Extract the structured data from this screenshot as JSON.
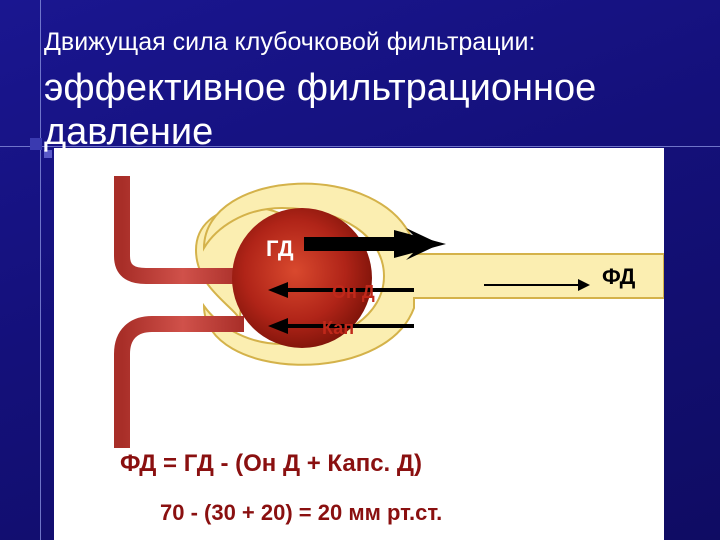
{
  "slide": {
    "subtitle": "Движущая сила клубочковой фильтрации:",
    "title": "эффективное фильтрационное давление"
  },
  "diagram": {
    "labels": {
      "gd": "ГД",
      "onc": "Он Д",
      "caps": "Кап",
      "fd": "ФД"
    },
    "formula_line": "ФД = ГД - (Он Д + Капс. Д)",
    "calculation_line": "70 - (30  + 20) = 20 мм рт.ст."
  },
  "colors": {
    "slide_background": "#16127a",
    "capsule_fill": "#fbeeb1",
    "capsule_stroke": "#d4b24a",
    "vessel": "#c3403a",
    "glomerulus": "#b02418",
    "arrow": "#000000",
    "formula_text": "#8a1010"
  }
}
